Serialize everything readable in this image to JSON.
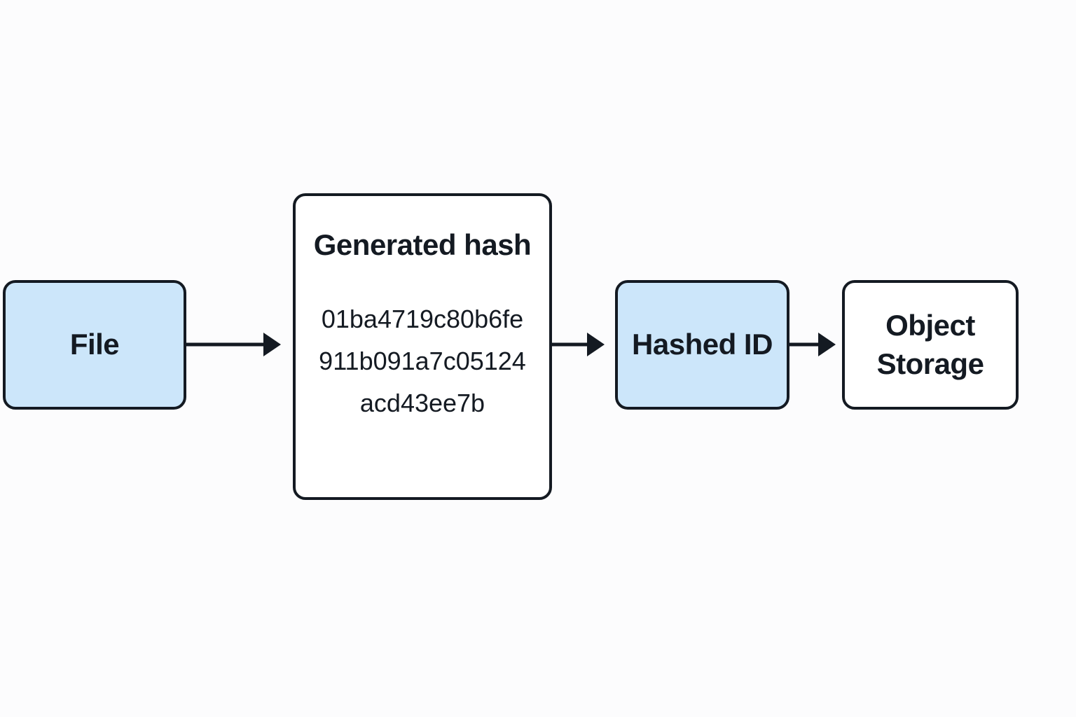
{
  "nodes": {
    "file": {
      "label": "File"
    },
    "generated_hash": {
      "title": "Generated hash",
      "lines": [
        "01ba4719c80b6fe",
        "911b091a7c05124",
        "acd43ee7b"
      ]
    },
    "hashed_id": {
      "label": "Hashed ID"
    },
    "object_storage": {
      "label_line1": "Object",
      "label_line2": "Storage"
    }
  },
  "colors": {
    "highlight_fill": "#cce6fa",
    "plain_fill": "#ffffff",
    "stroke": "#141a22"
  }
}
